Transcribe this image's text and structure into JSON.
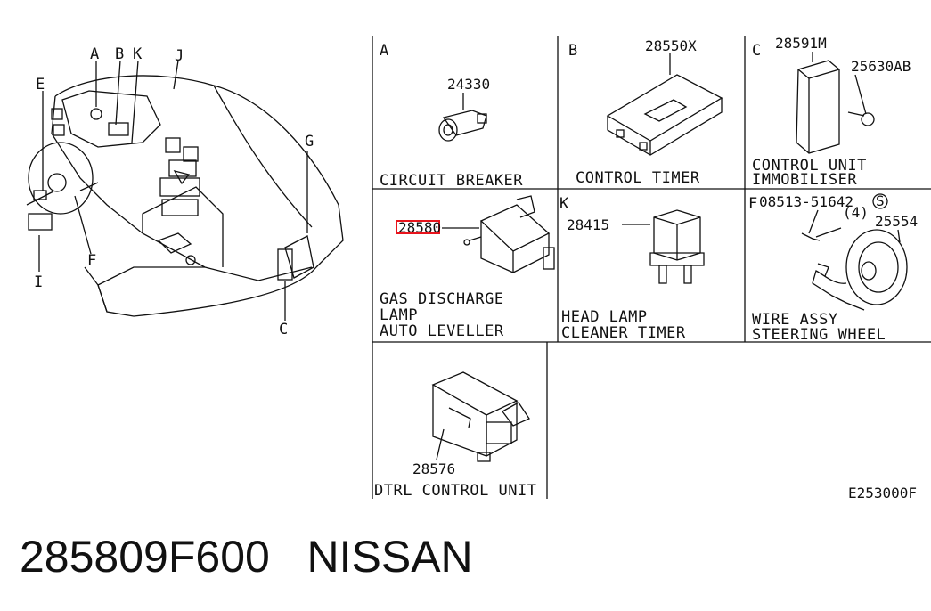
{
  "overview": {
    "letters": [
      "A",
      "B",
      "K",
      "J",
      "E",
      "G",
      "I",
      "F",
      "C"
    ]
  },
  "panels": {
    "A": {
      "letter": "A",
      "part": "24330",
      "caption": [
        "CIRCUIT BREAKER"
      ]
    },
    "B": {
      "letter": "B",
      "part": "28550X",
      "caption": [
        "CONTROL TIMER"
      ]
    },
    "C": {
      "letter": "C",
      "parts": [
        "28591M",
        "25630AB"
      ],
      "caption": [
        "CONTROL UNIT",
        "IMMOBILISER"
      ]
    },
    "D": {
      "part": "28580",
      "caption": [
        "GAS DISCHARGE",
        "LAMP",
        "AUTO LEVELLER"
      ]
    },
    "K": {
      "letter": "K",
      "part": "28415",
      "caption": [
        "HEAD LAMP",
        "CLEANER TIMER"
      ]
    },
    "F": {
      "letter": "F",
      "part_bolt": "08513-51642",
      "symbol": "S",
      "qty": "(4)",
      "part": "25554",
      "caption": [
        "WIRE ASSY",
        "STEERING WHEEL"
      ]
    },
    "E": {
      "part": "28576",
      "caption": [
        "DTRL CONTROL UNIT"
      ]
    }
  },
  "diagram_code": "E253000F",
  "footer": {
    "part_number": "285809F600",
    "brand": "NISSAN"
  },
  "highlight_color": "#e8141c"
}
